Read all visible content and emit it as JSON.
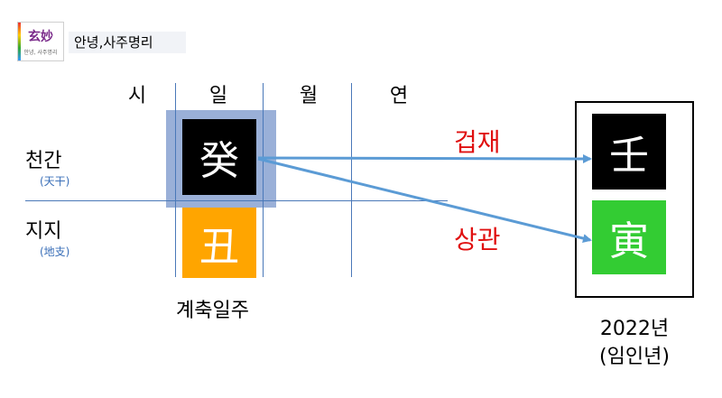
{
  "header": {
    "logo_text": "玄妙",
    "logo_subtext": "안녕, 사주명리",
    "title": "안녕,사주명리"
  },
  "pillars": {
    "columns": [
      "시",
      "일",
      "월",
      "연"
    ],
    "row_heavenly": "천간",
    "row_heavenly_hanja": "(天干)",
    "row_earthly": "지지",
    "row_earthly_hanja": "(地支)"
  },
  "day_pillar": {
    "stem": "癸",
    "branch": "丑",
    "caption": "계축일주"
  },
  "year": {
    "stem": "壬",
    "branch": "寅",
    "caption_line1": "2022년",
    "caption_line2": "(임인년)"
  },
  "relations": {
    "to_stem": "겁재",
    "to_branch": "상관"
  },
  "colors": {
    "stem_bg": "#000000",
    "day_branch_bg": "#ffa500",
    "year_branch_bg": "#33cc33",
    "highlight": "#9ab0d8",
    "arrow": "#5b9bd5",
    "relation_text": "#e01010",
    "grid_line": "#4a78b8"
  }
}
